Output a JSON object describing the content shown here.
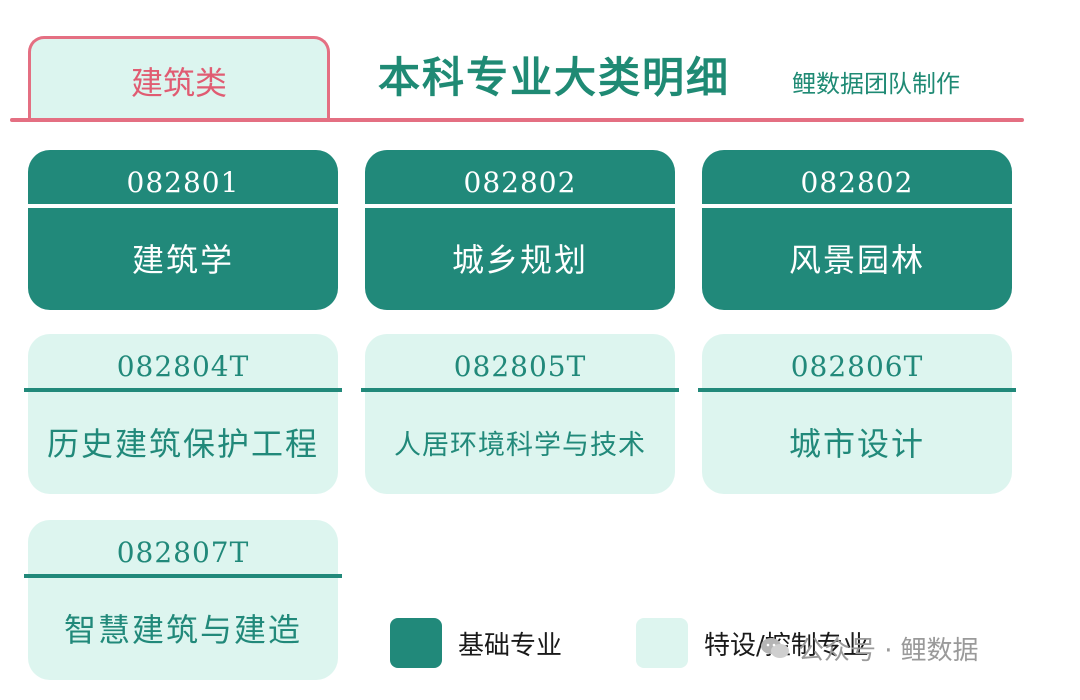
{
  "header": {
    "tab_label": "建筑类",
    "title": "本科专业大类明细",
    "credit": "鲤数据团队制作"
  },
  "majors": [
    {
      "code": "082801",
      "name": "建筑学",
      "type": "基础专业"
    },
    {
      "code": "082802",
      "name": "城乡规划",
      "type": "基础专业"
    },
    {
      "code": "082802",
      "name": "风景园林",
      "type": "基础专业"
    },
    {
      "code": "082804T",
      "name": "历史建筑保护工程",
      "type": "特设/控制专业"
    },
    {
      "code": "082805T",
      "name": "人居环境科学与技术",
      "type": "特设/控制专业"
    },
    {
      "code": "082806T",
      "name": "城市设计",
      "type": "特设/控制专业"
    },
    {
      "code": "082807T",
      "name": "智慧建筑与建造",
      "type": "特设/控制专业"
    }
  ],
  "legend": {
    "basic_label": "基础专业",
    "special_label": "特设/控制专业"
  },
  "watermark": {
    "prefix": "公众号 ·",
    "name": "鲤数据"
  },
  "colors": {
    "dark_green": "#21897a",
    "light_mint": "#ddf5ef",
    "accent_pink": "#e46f82"
  }
}
